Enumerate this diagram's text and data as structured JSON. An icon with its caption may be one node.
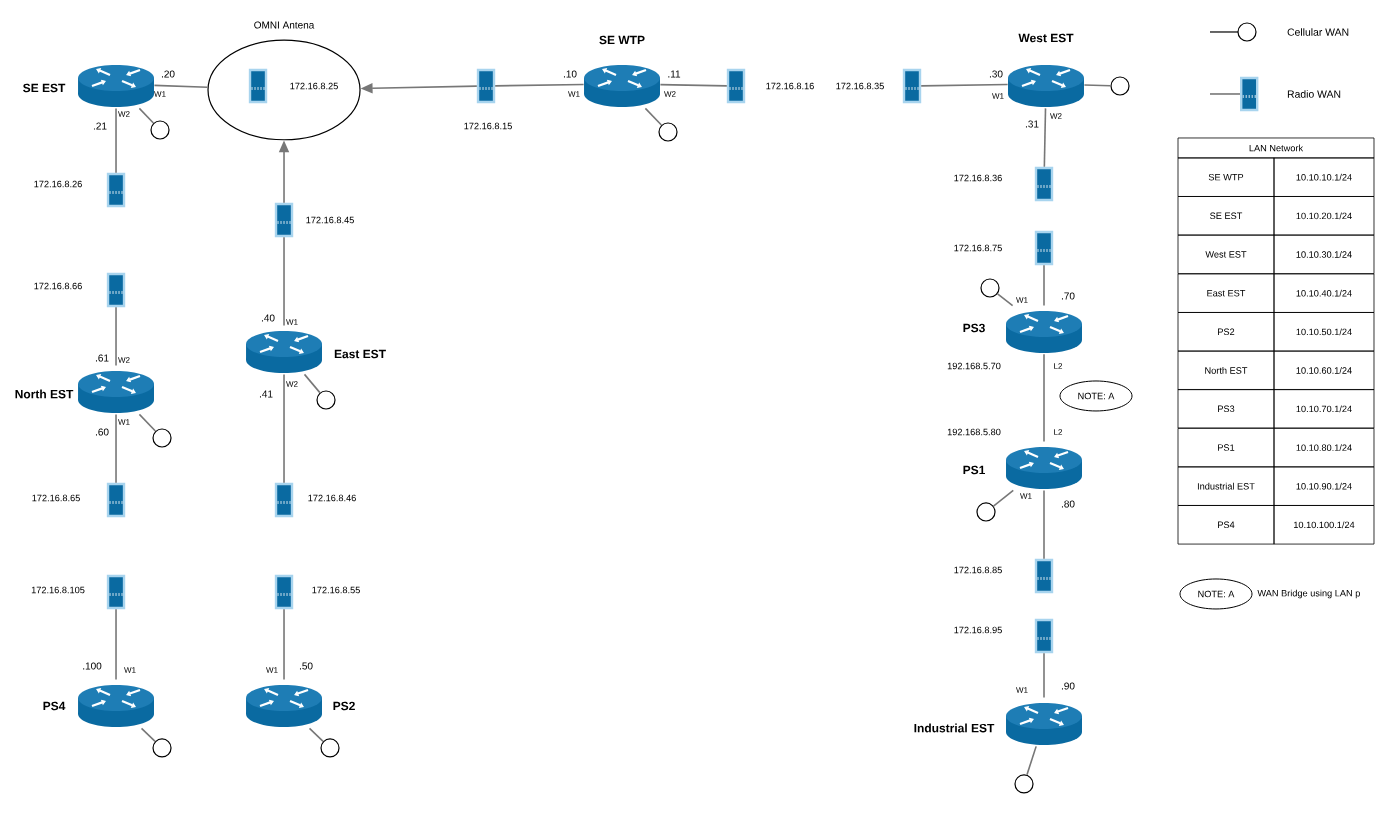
{
  "diagram": {
    "nodes": [
      {
        "text": [
          "OMNI Antena"
        ]
      },
      {
        "text": [],
        "shape": "box",
        "beside": [
          "172.16.8.25"
        ],
        "in": 0
      },
      {
        "text": [
          "SE EST"
        ],
        "beside": [
          ".20",
          "W1",
          ".21",
          "W2"
        ]
      },
      {
        "text": [],
        "shape": "circle"
      },
      {
        "text": [
          "SE WTP"
        ],
        "beside": [
          ".10",
          "W1",
          ".11",
          "W2"
        ]
      },
      {
        "text": [],
        "shape": "circle"
      },
      {
        "text": [],
        "shape": "box",
        "beside": [
          "172.16.8.15"
        ]
      },
      {
        "text": [],
        "shape": "box",
        "beside": [
          "172.16.8.16"
        ]
      },
      {
        "text": [],
        "shape": "box",
        "beside": [
          "172.16.8.35"
        ]
      },
      {
        "text": [
          "West EST"
        ],
        "beside": [
          ".30",
          "W1",
          ".31",
          "W2"
        ]
      },
      {
        "text": [],
        "shape": "circle"
      },
      {
        "text": [],
        "shape": "box",
        "beside": [
          "172.16.8.26"
        ]
      },
      {
        "text": [],
        "shape": "box",
        "beside": [
          "172.16.8.45"
        ]
      },
      {
        "text": [],
        "shape": "box",
        "beside": [
          "172.16.8.36"
        ]
      },
      {
        "text": [],
        "shape": "box",
        "beside": [
          "172.16.8.66"
        ]
      },
      {
        "text": [],
        "shape": "box",
        "beside": [
          "172.16.8.75"
        ]
      },
      {
        "text": [
          "East EST"
        ],
        "beside": [
          ".40",
          "W1",
          ".41",
          "W2"
        ]
      },
      {
        "text": [],
        "shape": "circle"
      },
      {
        "text": [
          "North EST"
        ],
        "beside": [
          ".61",
          "W2",
          ".60",
          "W1"
        ]
      },
      {
        "text": [],
        "shape": "circle"
      },
      {
        "text": [
          "PS3"
        ],
        "beside": [
          ".70",
          "W1",
          "192.168.5.70",
          "L2"
        ]
      },
      {
        "text": [],
        "shape": "circle"
      },
      {
        "text": [
          "NOTE: A"
        ]
      },
      {
        "text": [
          "PS1"
        ],
        "beside": [
          "192.168.5.80",
          "L2",
          "W1",
          ".80"
        ]
      },
      {
        "text": [],
        "shape": "circle"
      },
      {
        "text": [],
        "shape": "box",
        "beside": [
          "172.16.8.65"
        ]
      },
      {
        "text": [],
        "shape": "box",
        "beside": [
          "172.16.8.46"
        ]
      },
      {
        "text": [],
        "shape": "box",
        "beside": [
          "172.16.8.85"
        ]
      },
      {
        "text": [],
        "shape": "box",
        "beside": [
          "172.16.8.105"
        ]
      },
      {
        "text": [],
        "shape": "box",
        "beside": [
          "172.16.8.55"
        ]
      },
      {
        "text": [],
        "shape": "box",
        "beside": [
          "172.16.8.95"
        ]
      },
      {
        "text": [
          "PS4"
        ],
        "beside": [
          ".100",
          "W1"
        ]
      },
      {
        "text": [],
        "shape": "circle"
      },
      {
        "text": [
          "PS2"
        ],
        "beside": [
          "W1",
          ".50"
        ]
      },
      {
        "text": [],
        "shape": "circle"
      },
      {
        "text": [
          "Industrial EST"
        ],
        "beside": [
          "W1",
          ".90"
        ]
      },
      {
        "text": [],
        "shape": "circle"
      },
      {
        "text": [
          "NOTE: A"
        ],
        "beside": [
          "WAN Bridge using LAN p"
        ]
      }
    ],
    "edges": [
      {
        "from": 2,
        "to": 0,
        "arrow": "none"
      },
      {
        "from": 6,
        "to": 0,
        "arrow": "to"
      },
      {
        "from": 12,
        "to": 0,
        "arrow": "to"
      },
      {
        "from": 4,
        "to": 6,
        "arrow": "none"
      },
      {
        "from": 4,
        "to": 7,
        "arrow": "none"
      },
      {
        "from": 8,
        "to": 9,
        "arrow": "none"
      },
      {
        "from": 9,
        "to": 10,
        "arrow": "none"
      },
      {
        "from": 9,
        "to": 13,
        "arrow": "none"
      },
      {
        "from": 2,
        "to": 3,
        "arrow": "none"
      },
      {
        "from": 4,
        "to": 5,
        "arrow": "none"
      },
      {
        "from": 2,
        "to": 11,
        "arrow": "none"
      },
      {
        "from": 14,
        "to": 18,
        "arrow": "none"
      },
      {
        "from": 18,
        "to": 19,
        "arrow": "none"
      },
      {
        "from": 18,
        "to": 25,
        "arrow": "none"
      },
      {
        "from": 28,
        "to": 31,
        "arrow": "none"
      },
      {
        "from": 31,
        "to": 32,
        "arrow": "none"
      },
      {
        "from": 16,
        "to": 12,
        "arrow": "none"
      },
      {
        "from": 16,
        "to": 17,
        "arrow": "none"
      },
      {
        "from": 16,
        "to": 26,
        "arrow": "none"
      },
      {
        "from": 29,
        "to": 33,
        "arrow": "none"
      },
      {
        "from": 33,
        "to": 34,
        "arrow": "none"
      },
      {
        "from": 15,
        "to": 20,
        "arrow": "none"
      },
      {
        "from": 20,
        "to": 21,
        "arrow": "none"
      },
      {
        "from": 20,
        "to": 23,
        "arrow": "none"
      },
      {
        "from": 23,
        "to": 24,
        "arrow": "none"
      },
      {
        "from": 23,
        "to": 27,
        "arrow": "none"
      },
      {
        "from": 30,
        "to": 35,
        "arrow": "none"
      },
      {
        "from": 35,
        "to": 36,
        "arrow": "none"
      }
    ],
    "labels": [
      "LAN Network",
      "SE WTP",
      "10.10.10.1/24",
      "SE EST",
      "10.10.20.1/24",
      "West EST",
      "10.10.30.1/24",
      "East EST",
      "10.10.40.1/24",
      "PS2",
      "10.10.50.1/24",
      "North EST",
      "10.10.60.1/24",
      "PS3",
      "10.10.70.1/24",
      "PS1",
      "10.10.80.1/24",
      "Industrial EST",
      "10.10.90.1/24",
      "PS4",
      "10.10.100.1/24"
    ],
    "legend": [
      {
        "text": "Cellular WAN"
      },
      {
        "text": "Radio WAN"
      }
    ]
  }
}
